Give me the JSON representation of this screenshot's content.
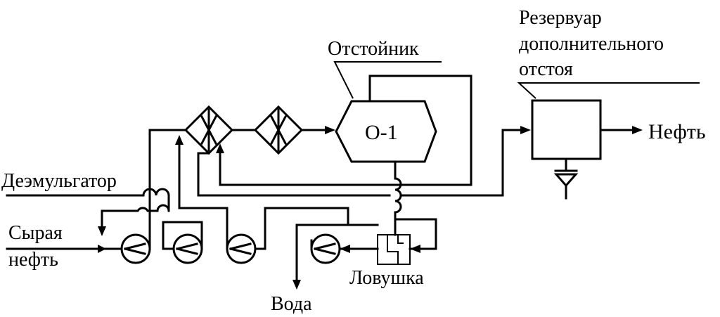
{
  "labels": {
    "otstoinik": "Отстойник",
    "o1": "О-1",
    "rezervuar_line1": "Резервуар",
    "rezervuar_line2": "дополнительного",
    "rezervuar_line3": "отстоя",
    "neft_out": "Нефть",
    "deemulgator": "Деэмульгатор",
    "syraya": "Сырая",
    "neft_in": "нефть",
    "lovushka": "Ловушка",
    "voda": "Вода"
  },
  "colors": {
    "stroke": "#000000",
    "background": "#ffffff"
  }
}
